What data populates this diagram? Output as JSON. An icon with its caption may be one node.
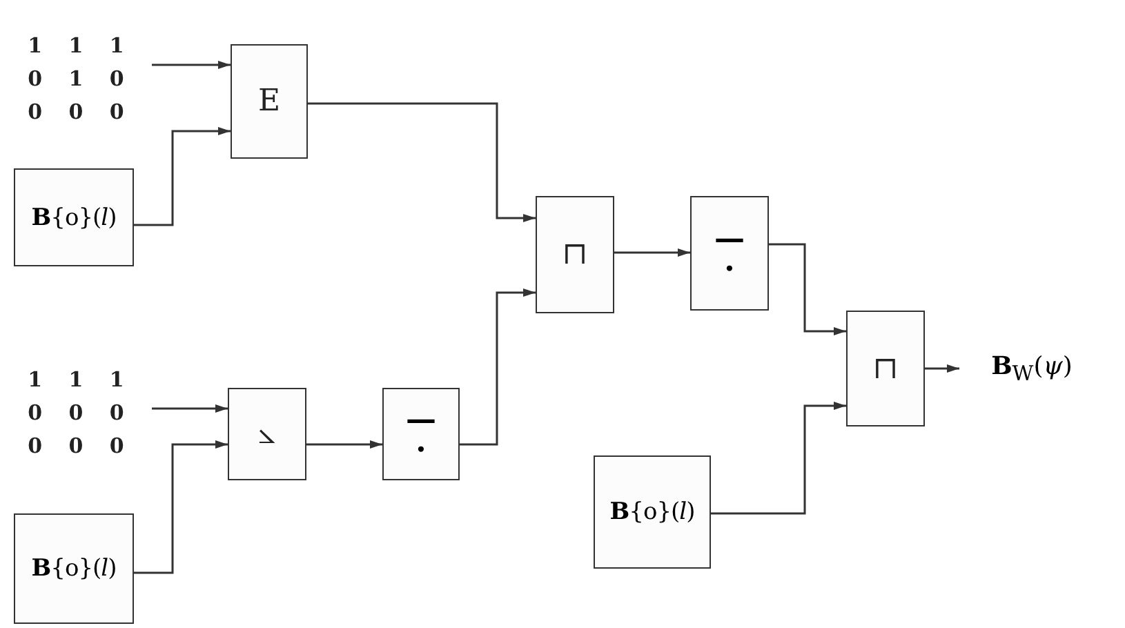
{
  "diagram": {
    "nodes": [
      {
        "text": [
          "1 1 1 0 1 0 0 0 0"
        ]
      },
      {
        "text": [
          "**B**{o}(*l*)"
        ]
      },
      {
        "text": [
          "E"
        ]
      },
      {
        "text": [
          "1 1 1 0 0 0 0 0 0"
        ]
      },
      {
        "text": [
          "⦣"
        ]
      },
      {
        "text": [
          "— ·"
        ]
      },
      {
        "text": [
          "⊓"
        ]
      },
      {
        "text": [
          "— ·"
        ]
      },
      {
        "text": [
          "⊓"
        ]
      },
      {
        "text": [
          "**B**{o}(*l*)"
        ]
      },
      {
        "text": [
          "**B**{o}(*l*)"
        ]
      },
      {
        "text": [
          "**B**$_{W}$(*ψ*)"
        ]
      }
    ],
    "edges": [
      {
        "from": 0,
        "to": 2,
        "arrow": "to"
      },
      {
        "from": 1,
        "to": 2,
        "arrow": "to"
      },
      {
        "from": 2,
        "to": 6,
        "arrow": "to"
      },
      {
        "from": 3,
        "to": 4,
        "arrow": "to"
      },
      {
        "from": 9,
        "to": 4,
        "arrow": "to"
      },
      {
        "from": 4,
        "to": 5,
        "arrow": "to"
      },
      {
        "from": 5,
        "to": 6,
        "arrow": "to"
      },
      {
        "from": 6,
        "to": 7,
        "arrow": "to"
      },
      {
        "from": 7,
        "to": 8,
        "arrow": "to"
      },
      {
        "from": 10,
        "to": 8,
        "arrow": "to"
      },
      {
        "from": 8,
        "to": 11,
        "arrow": "to"
      }
    ]
  }
}
